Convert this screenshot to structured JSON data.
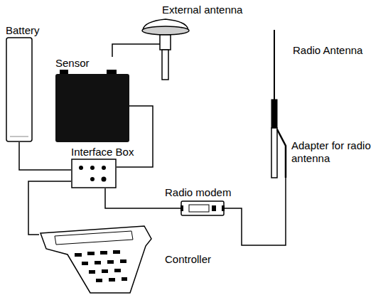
{
  "diagram": {
    "nodes": [
      {
        "text": [
          "Battery"
        ]
      },
      {
        "text": [
          "Sensor"
        ]
      },
      {
        "text": [
          "Interface Box"
        ]
      },
      {
        "text": [
          "Radio modem"
        ]
      },
      {
        "text": [
          "Controller"
        ]
      }
    ],
    "edges": [
      {
        "from": 0,
        "to": 2,
        "arrow": "none"
      },
      {
        "from": 1,
        "to": 2,
        "arrow": "none"
      },
      {
        "from": 2,
        "to": 3,
        "arrow": "none"
      },
      {
        "from": 2,
        "to": 4,
        "arrow": "none"
      }
    ],
    "labels": [
      "External antenna",
      "Radio Antenna",
      "Adapter for radio antenna"
    ]
  }
}
